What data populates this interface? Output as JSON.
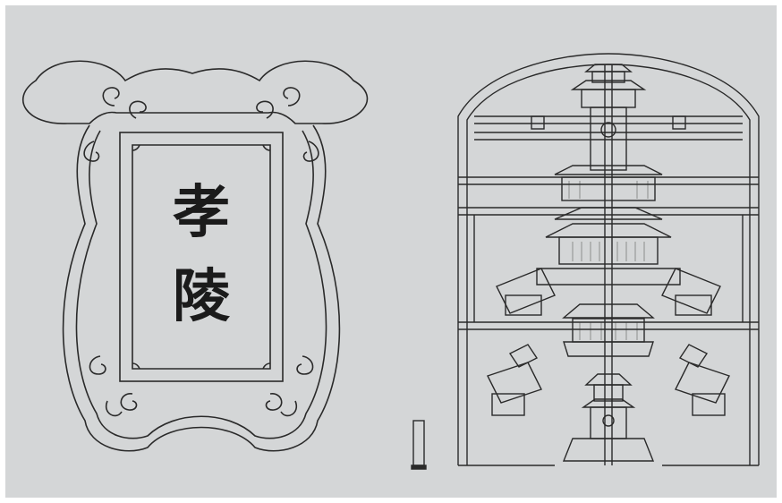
{
  "plaque": {
    "char_1": "孝",
    "char_2": "陵"
  },
  "colors": {
    "background": "#d4d6d7",
    "line": "#2a2a2a",
    "ink": "#1b1b1b"
  },
  "icons": {
    "plaque": "ornamental-plaque-frame",
    "diagram": "mausoleum-layout-woodcut",
    "stele": "stone-stele"
  }
}
